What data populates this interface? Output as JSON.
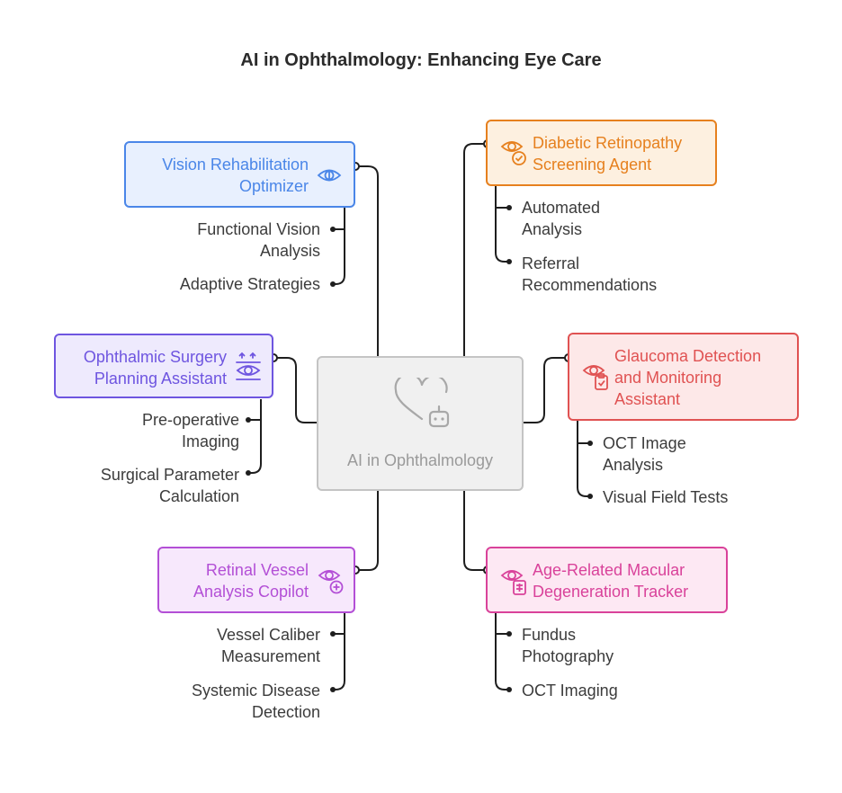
{
  "title": "AI in Ophthalmology: Enhancing Eye Care",
  "center": {
    "label": "AI in Ophthalmology",
    "icon": "heart-robot-icon"
  },
  "colors": {
    "blue": "#4a86e8",
    "orange": "#e6801e",
    "purple": "#6e55e0",
    "red": "#e05252",
    "magenta": "#b34fd6",
    "pink": "#d9429a"
  },
  "branches": {
    "vision_rehab": {
      "title": [
        "Vision Rehabilitation",
        "Optimizer"
      ],
      "icon": "eye-focus-icon",
      "items": [
        [
          "Functional Vision",
          "Analysis"
        ],
        [
          "Adaptive Strategies"
        ]
      ]
    },
    "diabetic": {
      "title": [
        "Diabetic Retinopathy",
        "Screening Agent"
      ],
      "icon": "eye-check-icon",
      "items": [
        [
          "Automated",
          "Analysis"
        ],
        [
          "Referral",
          "Recommendations"
        ]
      ]
    },
    "surgery": {
      "title": [
        "Ophthalmic Surgery",
        "Planning Assistant"
      ],
      "icon": "eye-scan-icon",
      "items": [
        [
          "Pre-operative",
          "Imaging"
        ],
        [
          "Surgical Parameter",
          "Calculation"
        ]
      ]
    },
    "glaucoma": {
      "title": [
        "Glaucoma Detection",
        "and Monitoring",
        "Assistant"
      ],
      "icon": "eye-clipboard-icon",
      "items": [
        [
          "OCT Image",
          "Analysis"
        ],
        [
          "Visual Field Tests"
        ]
      ]
    },
    "retinal_vessel": {
      "title": [
        "Retinal Vessel",
        "Analysis Copilot"
      ],
      "icon": "eye-plus-icon",
      "items": [
        [
          "Vessel Caliber",
          "Measurement"
        ],
        [
          "Systemic Disease",
          "Detection"
        ]
      ]
    },
    "amd": {
      "title": [
        "Age-Related Macular",
        "Degeneration Tracker"
      ],
      "icon": "eye-report-icon",
      "items": [
        [
          "Fundus",
          "Photography"
        ],
        [
          "OCT Imaging"
        ]
      ]
    }
  }
}
